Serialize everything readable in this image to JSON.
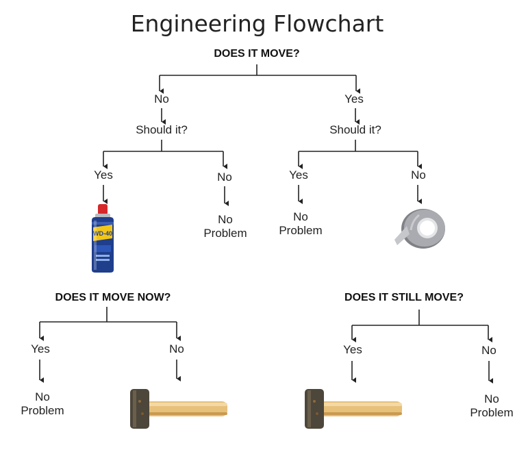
{
  "title": "Engineering Flowchart",
  "questions": {
    "main": "DOES IT MOVE?",
    "move_now": "DOES IT MOVE NOW?",
    "still_move": "DOES IT STILL MOVE?"
  },
  "left_branch": {
    "answer": "No",
    "should_it": "Should it?",
    "yes": "Yes",
    "no": "No",
    "no_result_line1": "No",
    "no_result_line2": "Problem"
  },
  "right_branch": {
    "answer": "Yes",
    "should_it": "Should it?",
    "yes": "Yes",
    "no": "No",
    "yes_result_line1": "No",
    "yes_result_line2": "Problem"
  },
  "move_now_branch": {
    "yes": "Yes",
    "no": "No",
    "yes_result": "No\nProblem"
  },
  "still_move_branch": {
    "yes": "Yes",
    "no": "No",
    "no_result": "No\nProblem"
  },
  "images": {
    "spray_can": "wd-40 lubricant can",
    "spray_can_label": "WD-40",
    "tape": "duct tape roll",
    "hammer": "sledge hammer"
  },
  "colors": {
    "line": "#222222",
    "can_blue": "#1f3e8c",
    "can_red": "#d6282b",
    "can_yellow": "#f2c618",
    "tape_gray": "#a9abb0",
    "hammer_head": "#4d463a",
    "hammer_handle": "#e7c07a"
  }
}
